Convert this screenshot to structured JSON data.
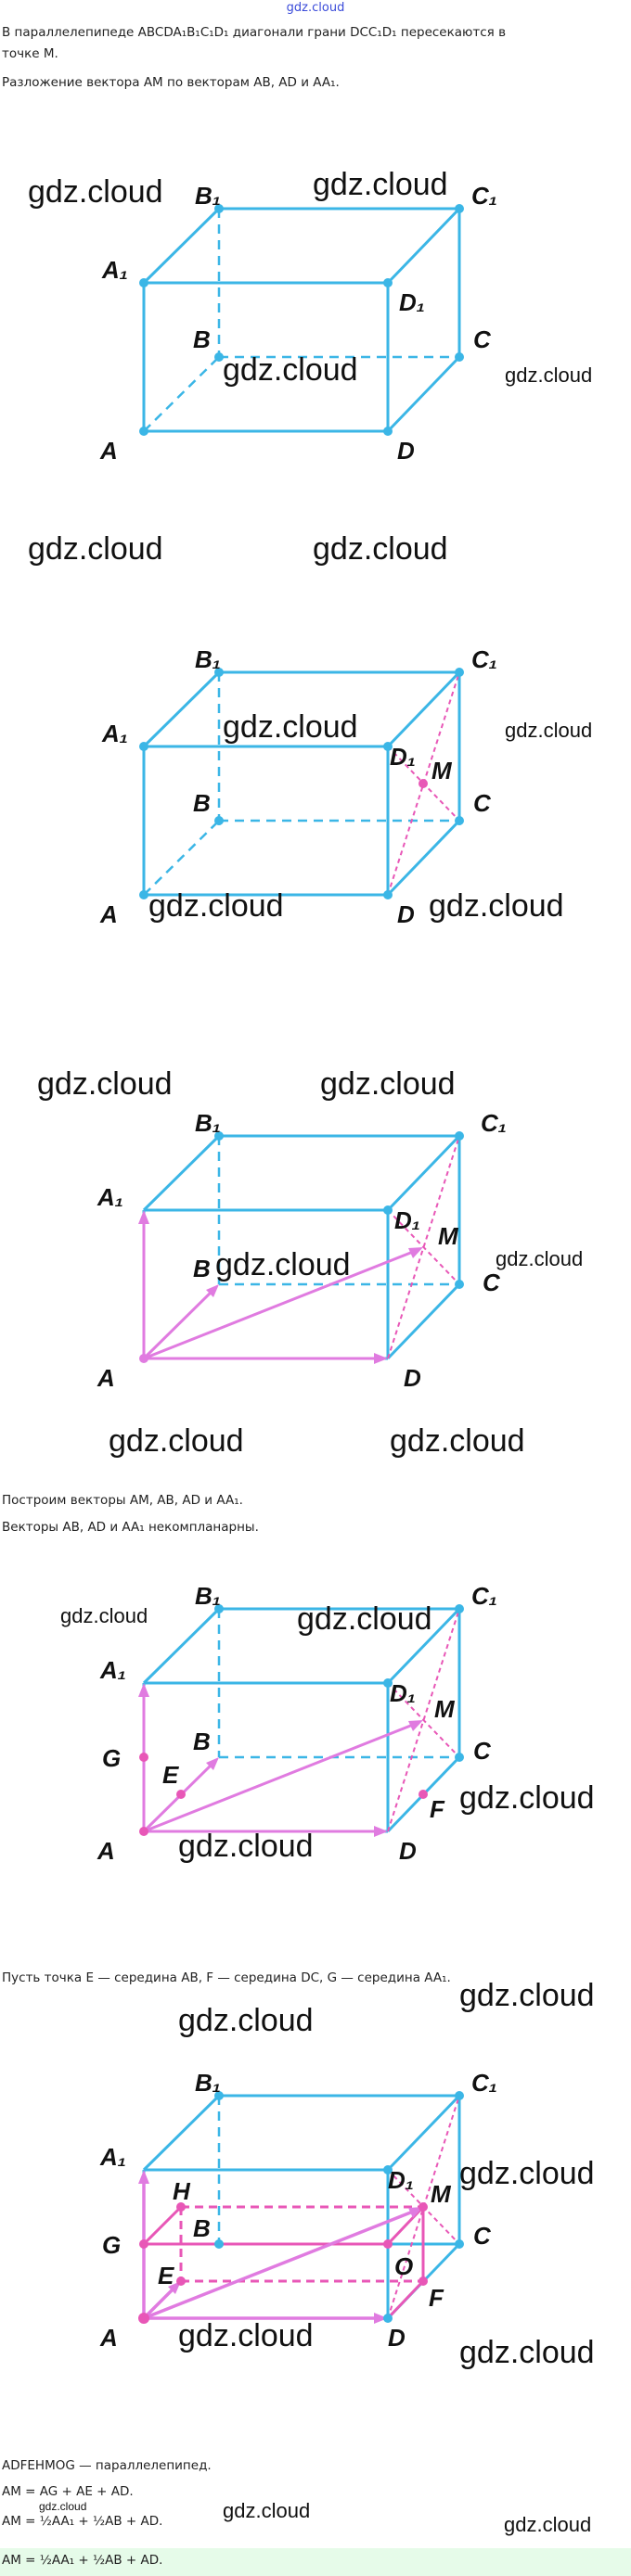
{
  "header": {
    "site": "gdz.cloud"
  },
  "intro": {
    "line1": "В параллелепипеде ABCDA₁B₁C₁D₁ диагонали грани DCC₁D₁ пересекаются в",
    "line2": "точке M.",
    "line3": "Разложение вектора AM по векторам AB, AD и AA₁."
  },
  "figures": {
    "fig1": {
      "labels": [
        "A",
        "B",
        "C",
        "D",
        "A₁",
        "B₁",
        "C₁",
        "D₁"
      ]
    },
    "fig2": {
      "labels": [
        "A",
        "B",
        "C",
        "D",
        "A₁",
        "B₁",
        "C₁",
        "D₁",
        "M"
      ]
    },
    "fig3": {
      "labels": [
        "A",
        "B",
        "C",
        "D",
        "A₁",
        "B₁",
        "C₁",
        "D₁",
        "M"
      ]
    },
    "fig4": {
      "labels": [
        "A",
        "B",
        "C",
        "D",
        "A₁",
        "B₁",
        "C₁",
        "D₁",
        "M",
        "G",
        "E",
        "F"
      ]
    },
    "fig5": {
      "labels": [
        "A",
        "B",
        "C",
        "D",
        "A₁",
        "B₁",
        "C₁",
        "D₁",
        "M",
        "G",
        "E",
        "F",
        "H",
        "O"
      ]
    }
  },
  "text_vectors": {
    "line1": "Построим векторы AM, AB, AD и AA₁.",
    "line2": "Векторы AB, AD и AA₁ некомпланарны."
  },
  "text_midpoints": "Пусть точка E — середина AB, F — середина DC, G — середина AA₁.",
  "text_final": {
    "line1": "ADFEHMOG — параллелепипед.",
    "line2": "AM = AG + AE + AD.",
    "line3": "AM = ½AA₁ + ½AB + AD.",
    "line4": "AM = ½AA₁ + ½AB + AD."
  },
  "watermark": "gdz.cloud",
  "colors": {
    "edge": "#3bb6e6",
    "vector": "#e07be0",
    "dashed_pink": "#e857b7",
    "header_link": "#3a4bd9",
    "highlight": "#e6fbe9"
  }
}
